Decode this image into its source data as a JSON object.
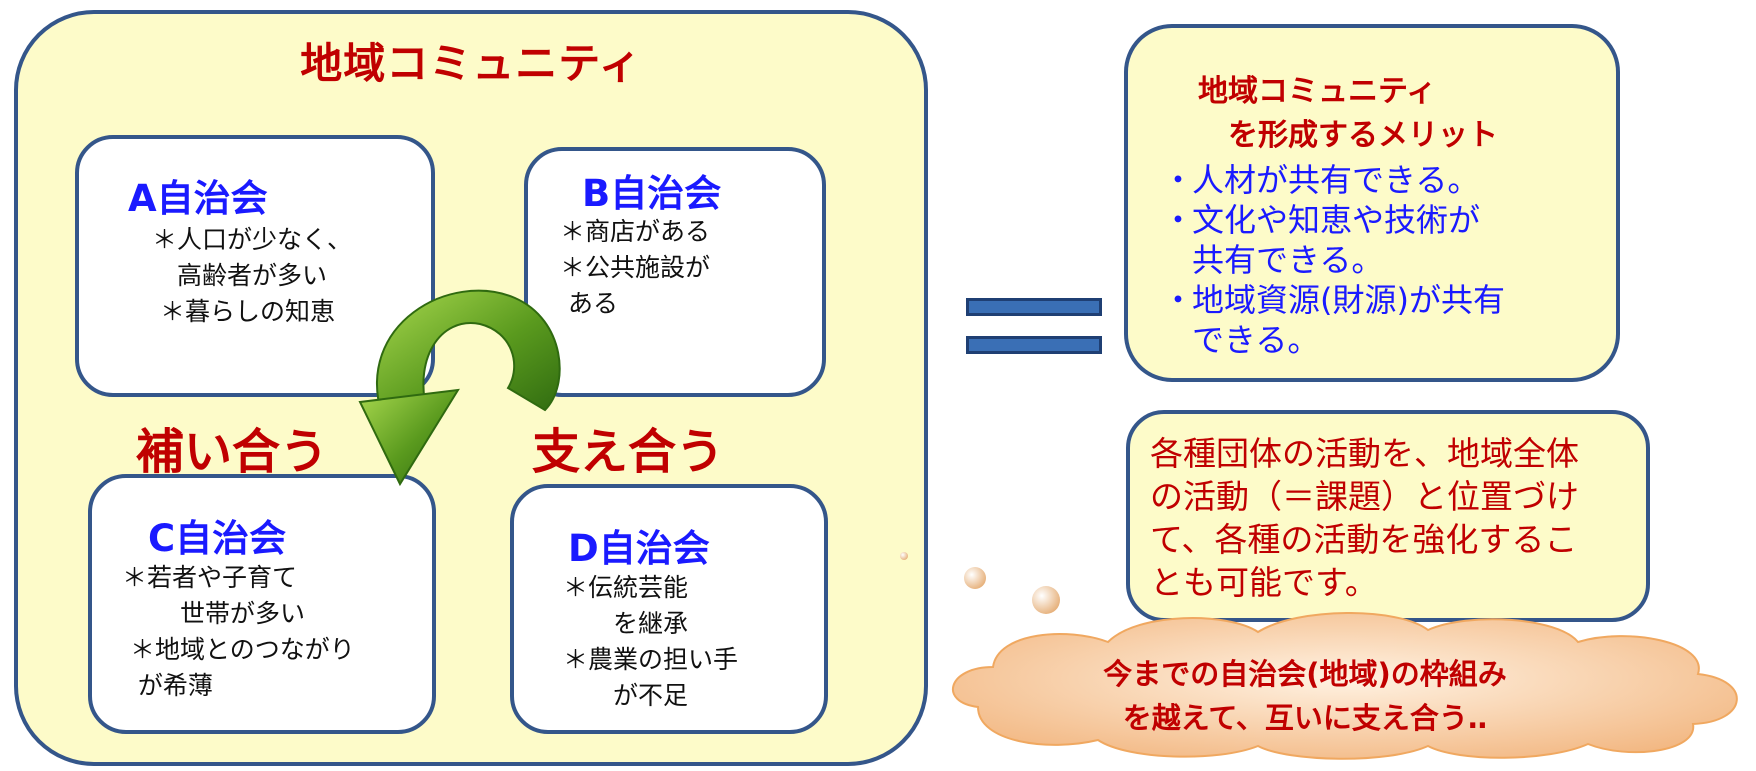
{
  "community": {
    "title": "地域コミュニティ"
  },
  "associations": [
    {
      "title": "A自治会",
      "notes": "＊人口が少なく、\n　高齢者が多い\n ＊暮らしの知恵"
    },
    {
      "title": "B自治会",
      "notes": "＊商店がある\n＊公共施設が\n ある"
    },
    {
      "title": "C自治会",
      "notes": "＊若者や子育て\n　　 世帯が多い\n ＊地域とのつながり\n  が希薄"
    },
    {
      "title": "D自治会",
      "notes": "＊伝統芸能\n　　を継承\n＊農業の担い手\n　　が不足"
    }
  ],
  "actions": {
    "complement": "補い合う",
    "support": "支え合う"
  },
  "merit": {
    "title": "地域コミュニティ\n　を形成するメリット",
    "bullet": "・",
    "items": [
      "人材が共有できる。",
      "文化や知恵や技術が\n共有できる。",
      "地域資源(財源)が共有\nできる。"
    ]
  },
  "activity": {
    "text": "各種団体の活動を、地域全体\nの活動（＝課題）と位置づけ\nて、各種の活動を強化するこ\nとも可能です。"
  },
  "cloud": {
    "text": "今までの自治会(地域)の枠組み\nを越えて、互いに支え合う‥"
  },
  "colors": {
    "box_fill": "#fdfbc9",
    "border": "#34568a",
    "heading_red": "#c00000",
    "association_blue": "#1a1aff",
    "arrow_green": "#5a9a1e",
    "equals_blue": "#3a6fb5",
    "cloud_fill": "#fcd9b4"
  }
}
